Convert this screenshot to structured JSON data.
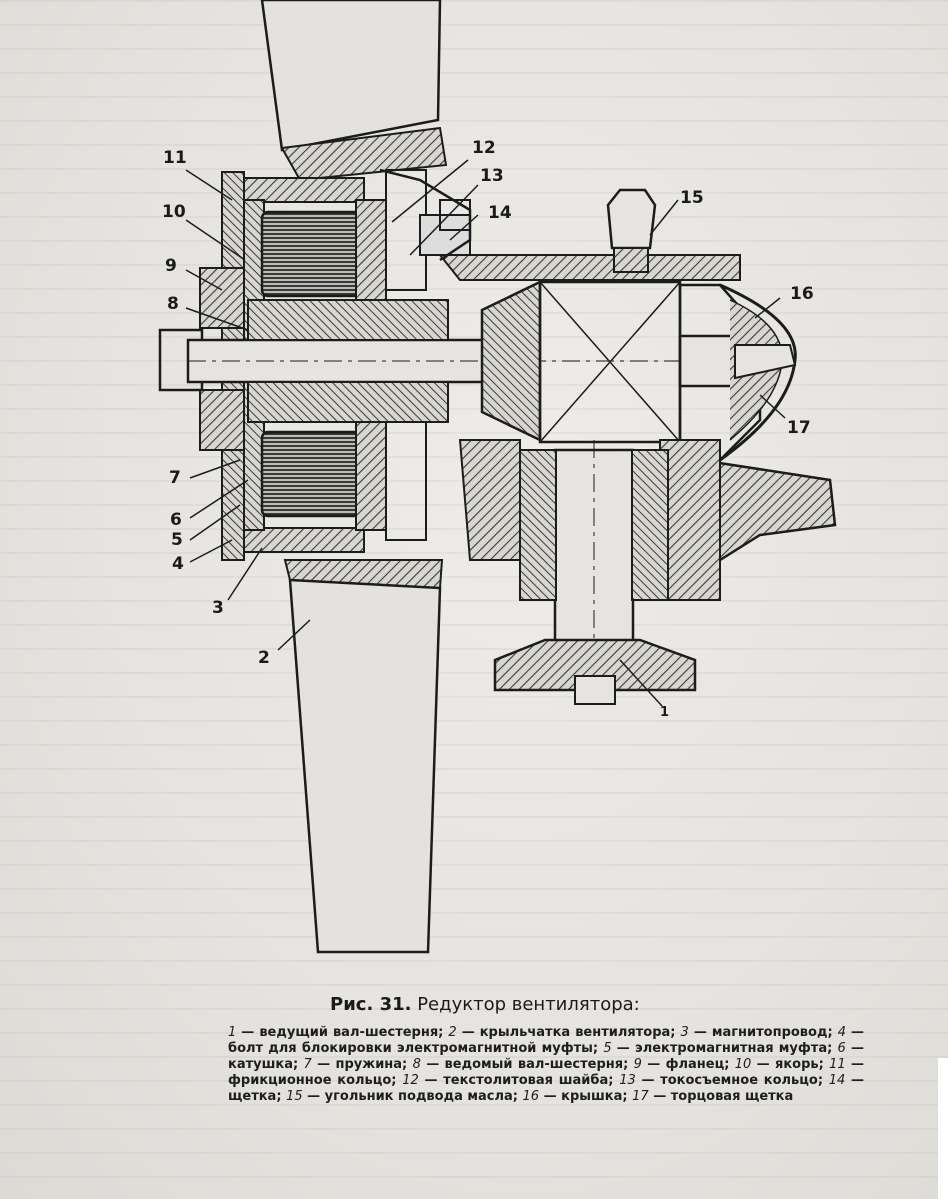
{
  "figure": {
    "title_prefix": "Рис. 31.",
    "title": "Редуктор вентилятора:",
    "legend": [
      {
        "num": "1",
        "text": "ведущий вал-шестерня;"
      },
      {
        "num": "2",
        "text": "крыльчатка вентилятора;"
      },
      {
        "num": "3",
        "text": "магнитопровод;"
      },
      {
        "num": "4",
        "text": "болт для блокировки электромагнитной муфты;"
      },
      {
        "num": "5",
        "text": "электромагнитная муфта;"
      },
      {
        "num": "6",
        "text": "катушка;"
      },
      {
        "num": "7",
        "text": "пружина;"
      },
      {
        "num": "8",
        "text": "ведомый вал-шестерня;"
      },
      {
        "num": "9",
        "text": "фланец;"
      },
      {
        "num": "10",
        "text": "якорь;"
      },
      {
        "num": "11",
        "text": "фрикционное кольцо;"
      },
      {
        "num": "12",
        "text": "текстолитовая шайба;"
      },
      {
        "num": "13",
        "text": "токосъемное кольцо;"
      },
      {
        "num": "14",
        "text": "щетка;"
      },
      {
        "num": "15",
        "text": "угольник подвода масла;"
      },
      {
        "num": "16",
        "text": "крышка;"
      },
      {
        "num": "17",
        "text": "торцовая щетка"
      }
    ],
    "callouts": {
      "c1": "1",
      "c2": "2",
      "c3": "3",
      "c4": "4",
      "c5": "5",
      "c6": "6",
      "c7": "7",
      "c8": "8",
      "c9": "9",
      "c10": "10",
      "c11": "11",
      "c12": "12",
      "c13": "13",
      "c14": "14",
      "c15": "15",
      "c16": "16",
      "c17": "17"
    },
    "colors": {
      "paper": "#e9e7e3",
      "ink": "#1c1c1c",
      "hatch": "#4a4a4a"
    }
  }
}
